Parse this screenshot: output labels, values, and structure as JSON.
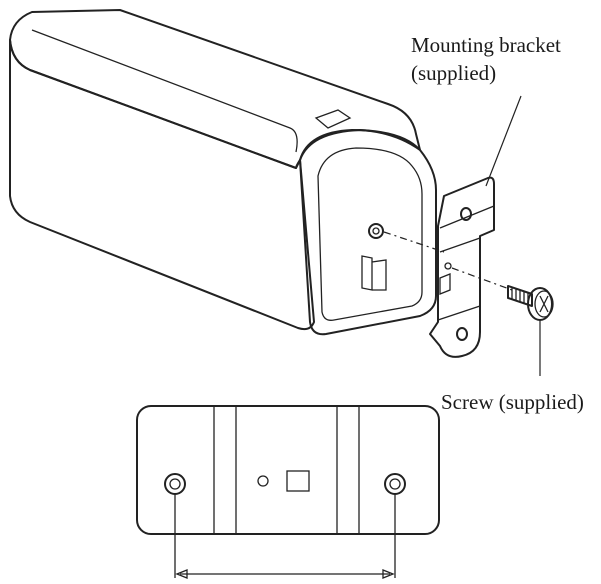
{
  "labels": {
    "bracket_line1": "Mounting bracket",
    "bracket_line2": "(supplied)",
    "screw": "Screw (supplied)"
  }
}
